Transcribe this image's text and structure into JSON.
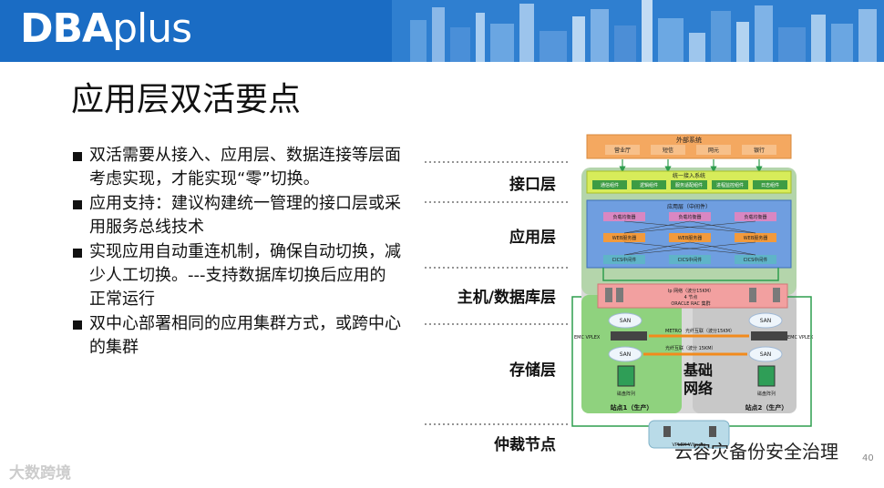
{
  "header": {
    "logo_main": "DBA",
    "logo_plus": "plus"
  },
  "slide": {
    "title": "应用层双活要点",
    "page_number": "40"
  },
  "bullets": [
    "双活需要从接入、应用层、数据连接等层面考虑实现，才能实现“零”切换。",
    "应用支持：建议构建统一管理的接口层或采用服务总线技术",
    "实现应用自动重连机制，确保自动切换，减少人工切换。---支持数据库切换后应用的正常运行",
    "双中心部署相同的应用集群方式，或跨中心的集群"
  ],
  "diagram": {
    "layers": [
      "接口层",
      "应用层",
      "主机/数据库层",
      "存储层",
      "仲裁节点"
    ],
    "external": {
      "title": "外部系统",
      "items": [
        "营业厅",
        "短信",
        "网元",
        "银行"
      ]
    },
    "access": {
      "title": "统一接入系统",
      "items": [
        "通信组件",
        "逻辑组件",
        "服务适配组件",
        "进程监控组件",
        "日志组件"
      ]
    },
    "app": {
      "title": "应用层（中间件）",
      "lb": [
        "负载均衡器",
        "负载均衡器",
        "负载均衡器"
      ],
      "web": [
        "WEB服务器",
        "WEB服务器",
        "WEB服务器"
      ],
      "cics": [
        "CICS中间件",
        "CICS中间件",
        "CICS中间件"
      ]
    },
    "db": {
      "line1": "Ip 网络（波分15KM）",
      "line2": "4 节点",
      "line3": "ORACLE RAC 集群"
    },
    "storage": {
      "san": "SAN",
      "vplex_left": "EMC VPLEX",
      "vplex_right": "EMC VPLEX",
      "metro": "METRO",
      "fiber1": "光纤互联（波分15KM）",
      "fiber2": "光纤互联（波分 15KM）",
      "array": "磁盘阵列",
      "center_label_1": "基础",
      "center_label_2": "网络",
      "site1": "站点1（生产）",
      "site2": "站点2（生产）"
    },
    "witness": {
      "label": "VPLEX Witness"
    }
  },
  "watermark": {
    "left": "大数跨境",
    "right": "云容灾备份安全治理"
  }
}
